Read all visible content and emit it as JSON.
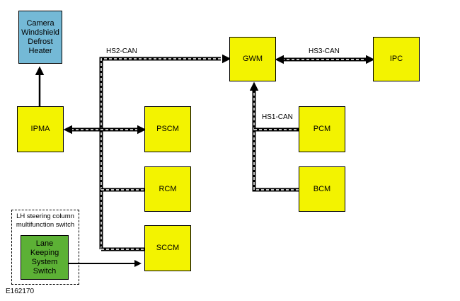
{
  "modules": {
    "camera": "Camera\nWindshield\nDefrost\nHeater",
    "ipma": "IPMA",
    "pscm": "PSCM",
    "rcm": "RCM",
    "sccm": "SCCM",
    "gwm": "GWM",
    "ipc": "IPC",
    "pcm": "PCM",
    "bcm": "BCM",
    "lane_switch": "Lane\nKeeping\nSystem\nSwitch"
  },
  "buses": {
    "hs2": "HS2-CAN",
    "hs3": "HS3-CAN",
    "hs1": "HS1-CAN"
  },
  "group_label": "LH steering column\nmultifunction switch",
  "figure_id": "E162170",
  "colors": {
    "module_fill": "#f3f300",
    "camera_fill": "#74b9d6",
    "switch_fill": "#5cb135",
    "wire": "#000000",
    "bus_dash": "#ffffff"
  }
}
